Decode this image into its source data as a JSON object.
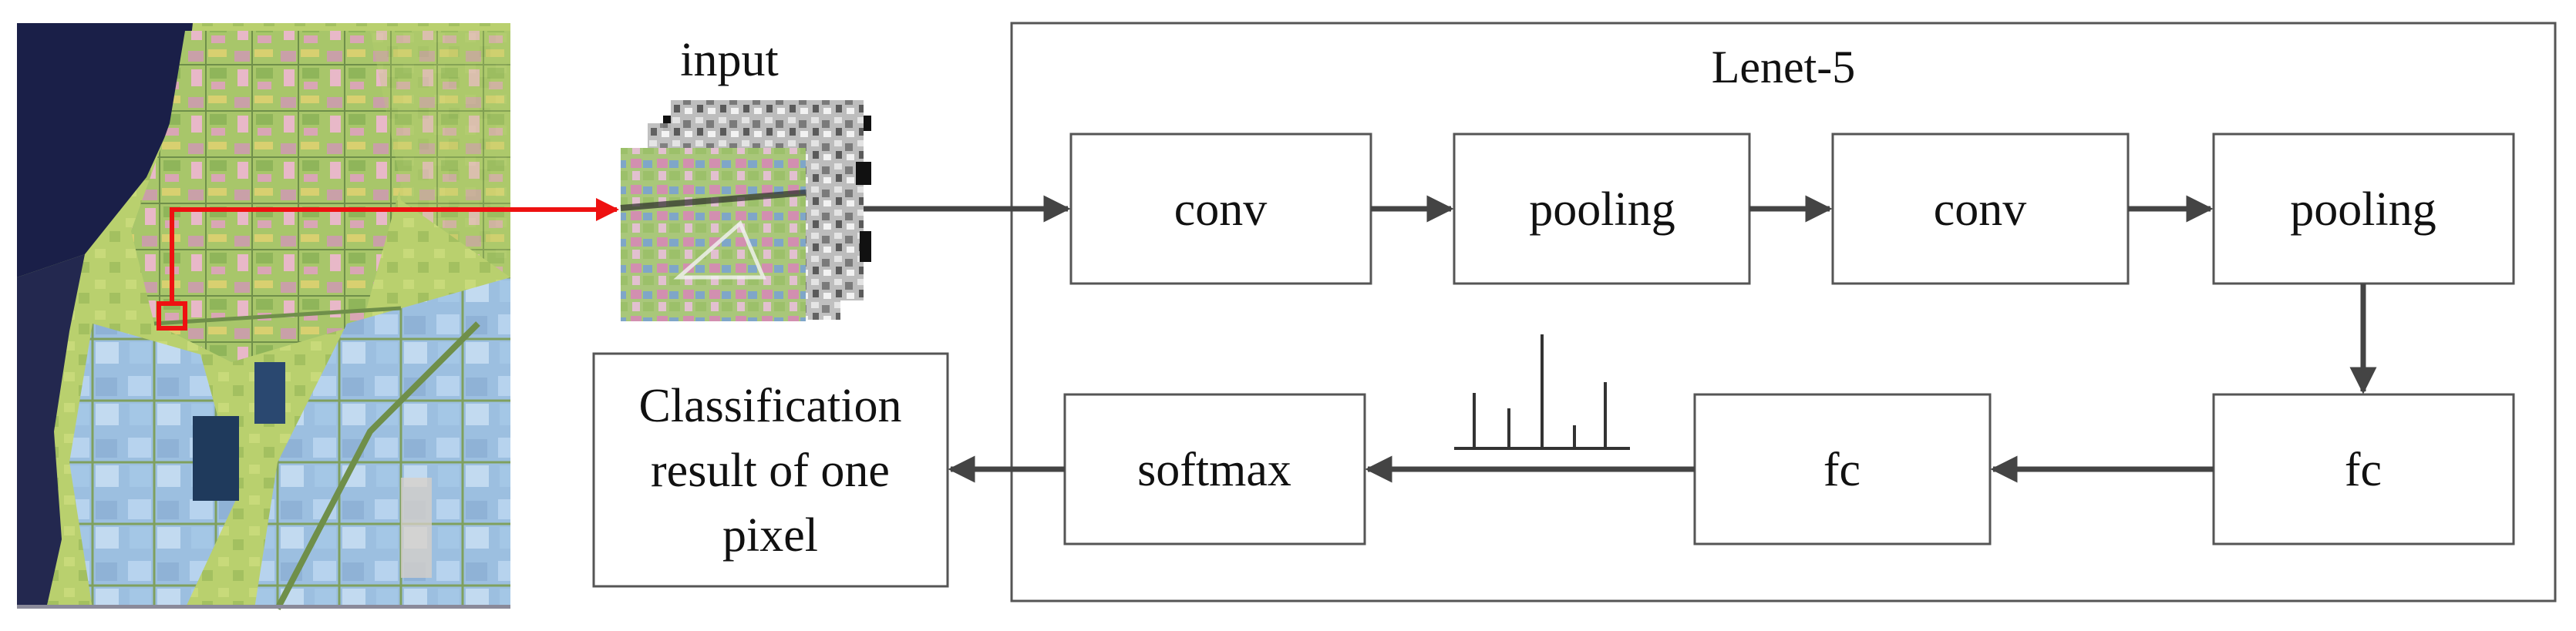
{
  "input_label": "input",
  "container_title": "Lenet-5",
  "layers": {
    "conv1": "conv",
    "pool1": "pooling",
    "conv2": "conv",
    "pool2": "pooling",
    "fc1": "fc",
    "fc2": "fc",
    "softmax": "softmax"
  },
  "output": {
    "line1": "Classification",
    "line2": "result of one",
    "line3": "pixel"
  },
  "colors": {
    "arrow": "#444444",
    "highlight": "#ee1111",
    "box_stroke": "#555555"
  }
}
